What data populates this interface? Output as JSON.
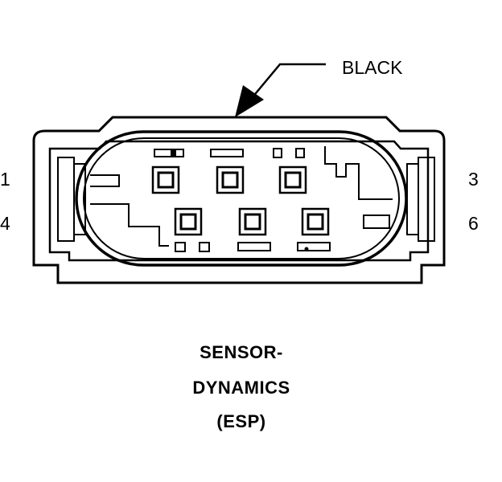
{
  "wire_color_label": "BLACK",
  "pin_labels": {
    "top_left": "1",
    "bottom_left": "4",
    "top_right": "3",
    "bottom_right": "6"
  },
  "caption": {
    "line1": "SENSOR-",
    "line2": "DYNAMICS",
    "line3": "(ESP)"
  }
}
